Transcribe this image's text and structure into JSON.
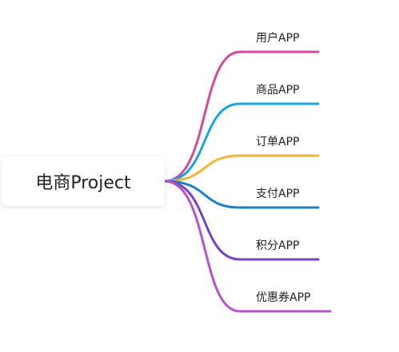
{
  "root": {
    "label": "电商Project"
  },
  "branches": [
    {
      "label": "用户APP",
      "color": "#cf4b9b"
    },
    {
      "label": "商品APP",
      "color": "#1aa3de"
    },
    {
      "label": "订单APP",
      "color": "#f4b43a"
    },
    {
      "label": "支付APP",
      "color": "#1c7fc4"
    },
    {
      "label": "积分APP",
      "color": "#7444c4"
    },
    {
      "label": "优惠券APP",
      "color": "#b653c9"
    }
  ]
}
